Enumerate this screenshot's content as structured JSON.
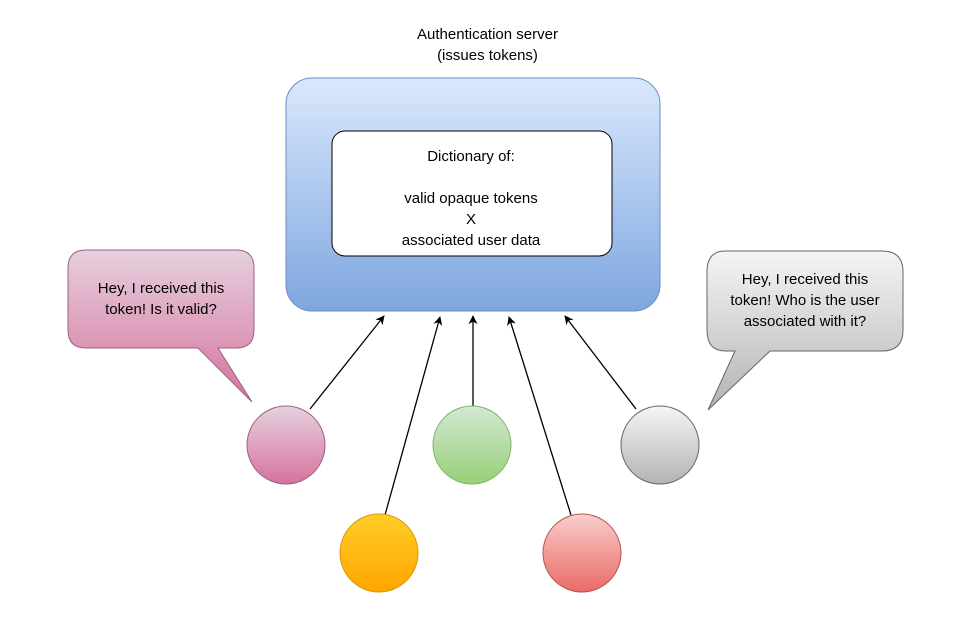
{
  "server": {
    "title_line1": "Authentication server",
    "title_line2": "(issues tokens)",
    "fill_top": "#dae8fc",
    "fill_bottom": "#7ea6e0",
    "stroke": "#6c8ebf"
  },
  "dictionary": {
    "line1": "Dictionary of:",
    "line2": "valid opaque tokens",
    "line3": "X",
    "line4": "associated user data"
  },
  "bubbles": {
    "left": {
      "line1": "Hey, I received this",
      "line2": "token! Is it valid?",
      "fill_top": "#e6d0de",
      "fill_bottom": "#d5739d",
      "stroke": "#996185"
    },
    "right": {
      "line1": "Hey, I received this",
      "line2": "token! Who is the user",
      "line3": "associated with it?",
      "fill_top": "#f5f5f5",
      "fill_bottom": "#b3b3b3",
      "stroke": "#666666"
    }
  },
  "clients": [
    {
      "name": "client-pink",
      "fill_top": "#e6d0de",
      "fill_bottom": "#d5739d",
      "stroke": "#996185"
    },
    {
      "name": "client-orange",
      "fill_top": "#ffcd28",
      "fill_bottom": "#ffa500",
      "stroke": "#d79b00"
    },
    {
      "name": "client-green",
      "fill_top": "#d5e8d4",
      "fill_bottom": "#97d077",
      "stroke": "#82b366"
    },
    {
      "name": "client-red",
      "fill_top": "#f8cecc",
      "fill_bottom": "#ea6b66",
      "stroke": "#b85450"
    },
    {
      "name": "client-gray",
      "fill_top": "#f5f5f5",
      "fill_bottom": "#b3b3b3",
      "stroke": "#666666"
    }
  ]
}
